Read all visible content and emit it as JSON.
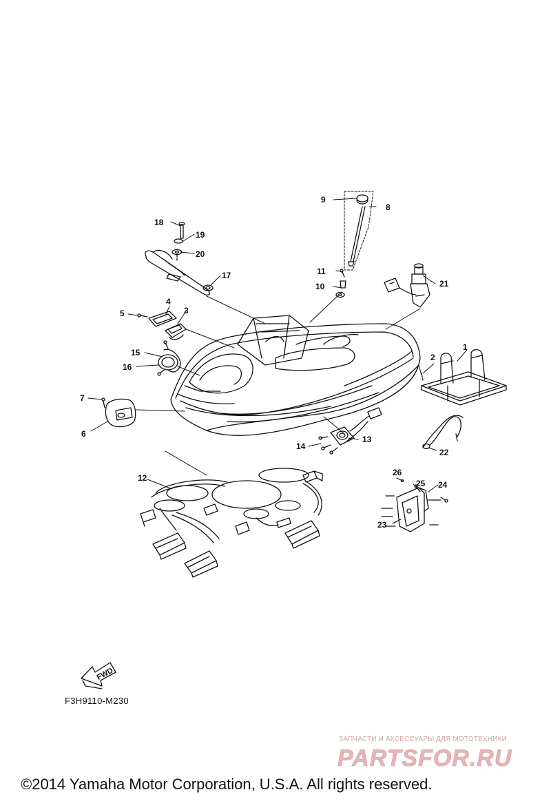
{
  "diagram": {
    "drawing_code": "F3H9110-M230",
    "fwd_label": "FWD",
    "copyright": "©2014 Yamaha Motor Corporation, U.S.A. All rights reserved.",
    "watermark": {
      "subtitle": "ЗАПЧАСТИ И АКСЕССУАРЫ ДЛЯ МОТОТЕХНИКИ",
      "brand": "PARTSFOR.RU",
      "color": "#e3b3b3"
    },
    "callouts": [
      {
        "number": "1"
      },
      {
        "number": "2"
      },
      {
        "number": "3"
      },
      {
        "number": "4"
      },
      {
        "number": "5"
      },
      {
        "number": "6"
      },
      {
        "number": "7"
      },
      {
        "number": "8"
      },
      {
        "number": "9"
      },
      {
        "number": "10"
      },
      {
        "number": "11"
      },
      {
        "number": "12"
      },
      {
        "number": "13"
      },
      {
        "number": "14"
      },
      {
        "number": "15"
      },
      {
        "number": "16"
      },
      {
        "number": "17"
      },
      {
        "number": "18"
      },
      {
        "number": "19"
      },
      {
        "number": "20"
      },
      {
        "number": "21"
      },
      {
        "number": "22"
      },
      {
        "number": "23"
      },
      {
        "number": "24"
      },
      {
        "number": "25"
      },
      {
        "number": "26"
      }
    ]
  }
}
